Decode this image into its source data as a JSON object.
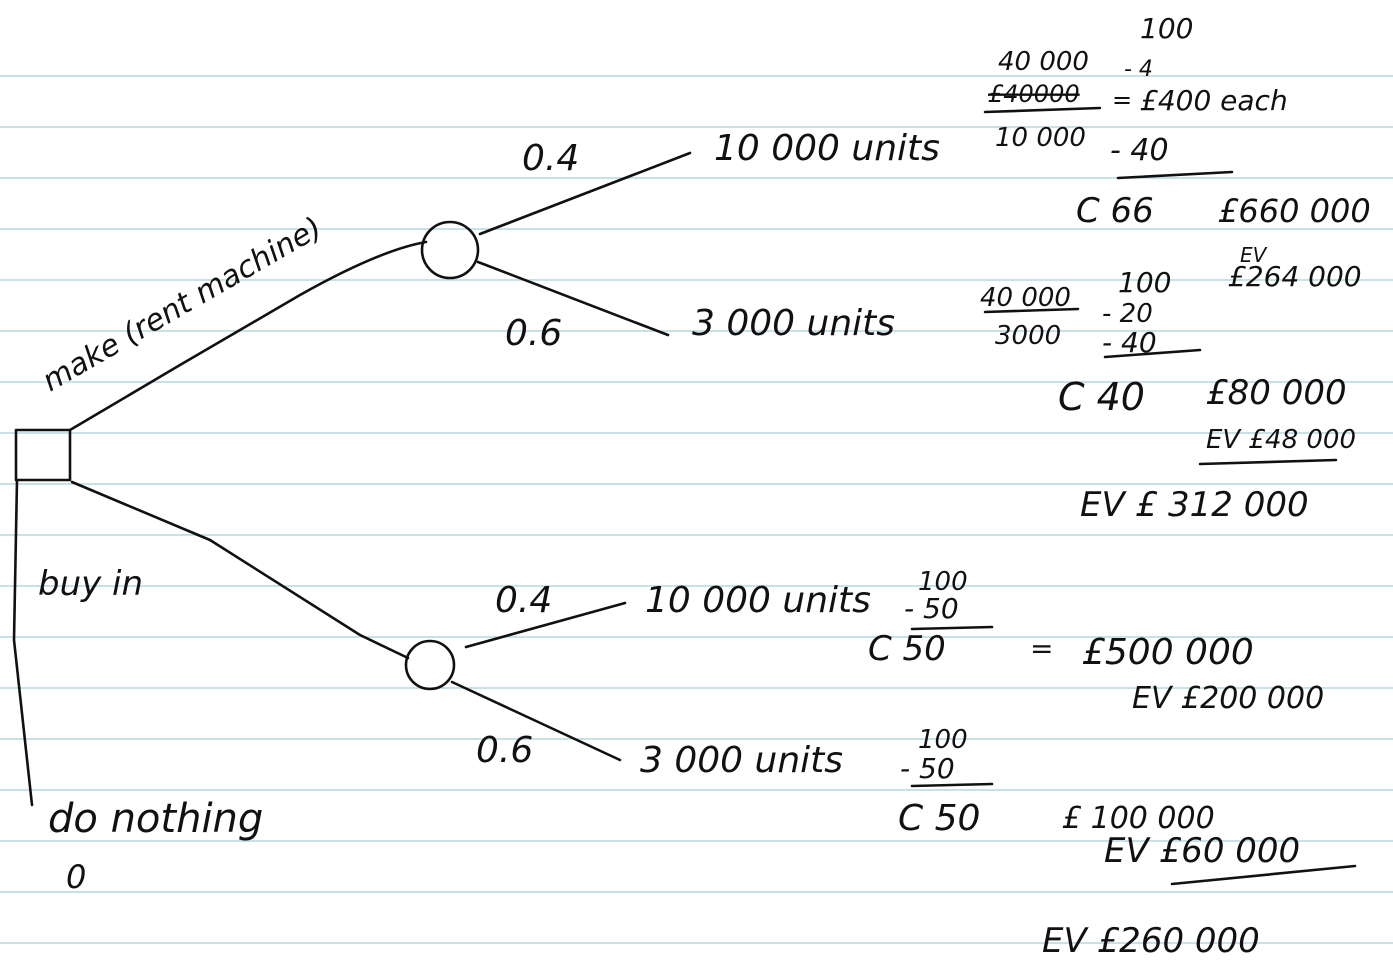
{
  "colors": {
    "paper": "#ffffff",
    "ruling": "#b9d6df",
    "ink": "#111111"
  },
  "branches": {
    "make": "make (rent machine)",
    "buy": "buy in",
    "nothing": "do nothing",
    "nothing_value": "0"
  },
  "make_branch": {
    "p_high": "0.4",
    "p_low": "0.6",
    "outcome_high": "10 000 units",
    "outcome_low": "3 000 units",
    "high_calc": {
      "numerator": "40 000",
      "numerator_struck": "£40000",
      "denominator": "10 000",
      "equals": "=",
      "price": "100",
      "minus1": "- 4",
      "each": "£400 each",
      "minus2": "- 40",
      "contribution": "C 66",
      "total": "£660 000",
      "ev_label": "EV",
      "ev": "£264 000"
    },
    "low_calc": {
      "numerator": "40 000",
      "denominator": "3000",
      "price": "100",
      "minus1": "- 20",
      "minus2": "- 40",
      "contribution": "C 40",
      "total": "£80 000",
      "ev": "EV £48 000"
    },
    "total_ev": "EV £ 312 000"
  },
  "buy_branch": {
    "p_high": "0.4",
    "p_low": "0.6",
    "outcome_high": "10 000 units",
    "outcome_low": "3 000 units",
    "high_calc": {
      "price": "100",
      "cost": "- 50",
      "contribution": "C 50",
      "equals": "=",
      "total": "£500 000",
      "ev": "EV £200 000"
    },
    "low_calc": {
      "price": "100",
      "cost": "- 50",
      "contribution": "C 50",
      "total": "£ 100 000",
      "ev": "EV £60 000"
    },
    "total_ev": "EV £260 000"
  }
}
